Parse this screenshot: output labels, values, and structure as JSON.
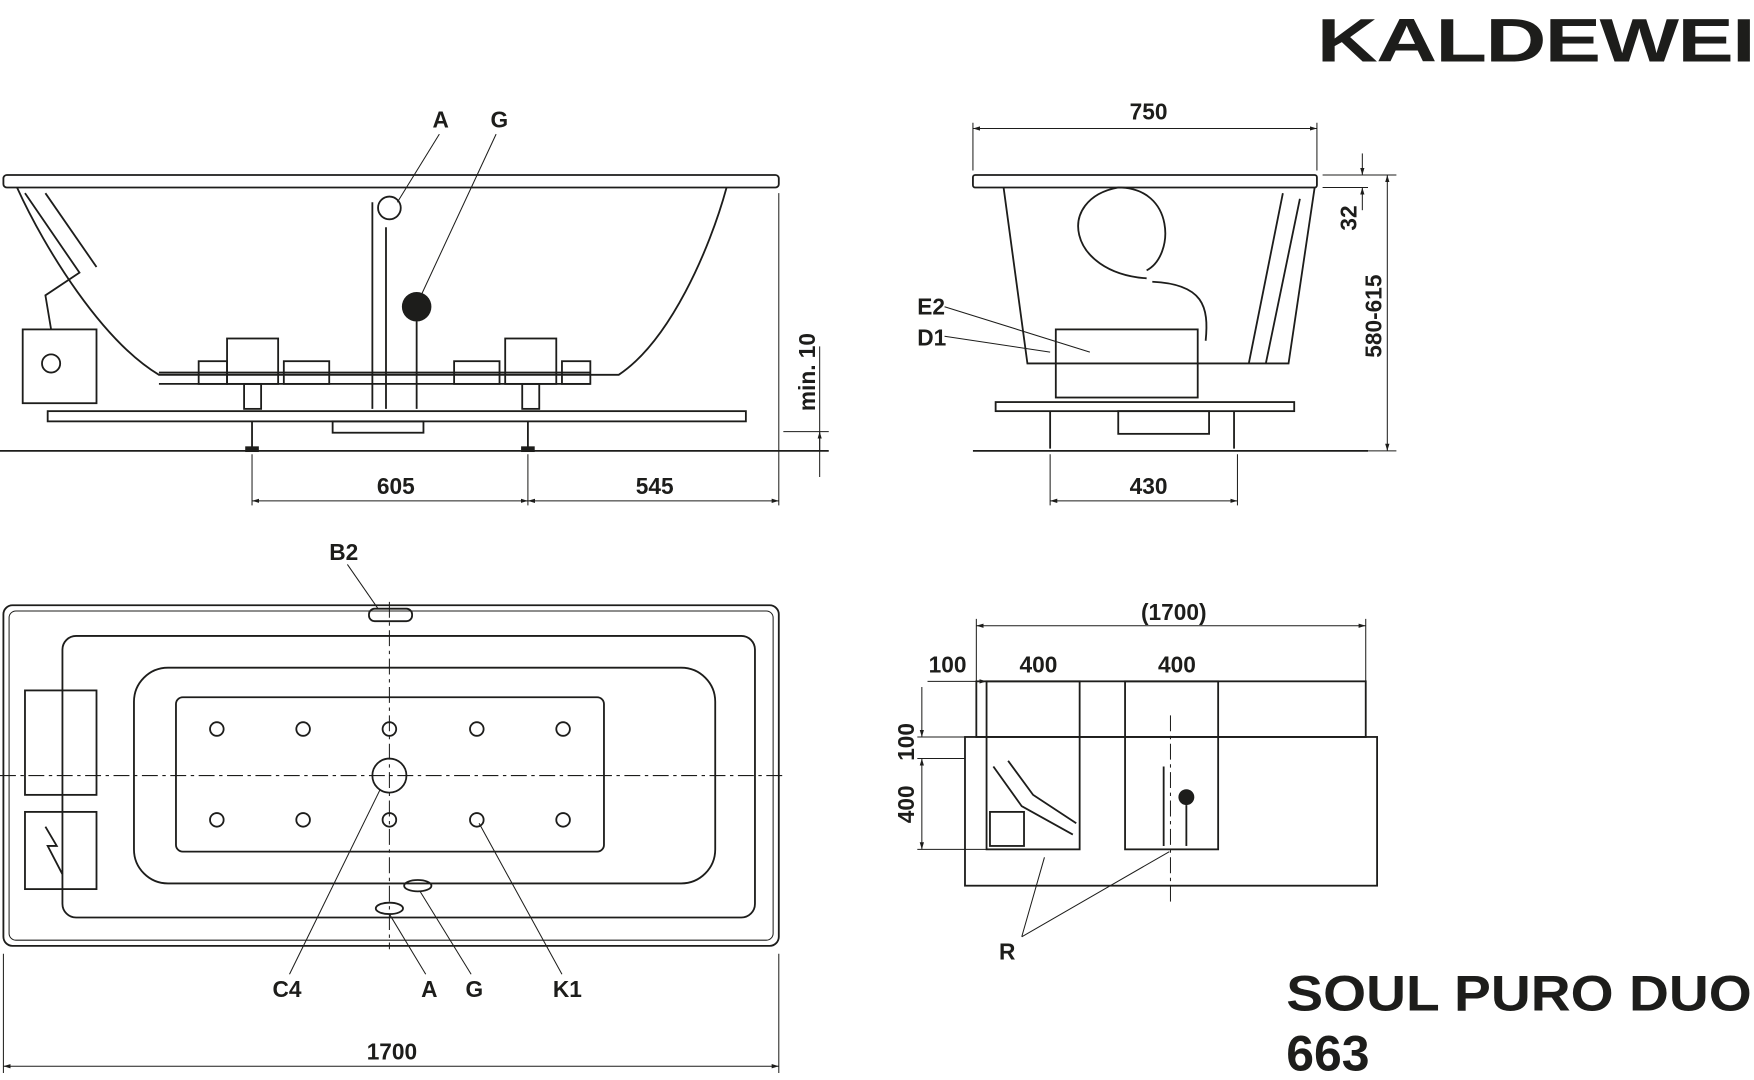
{
  "brand": "KALDEWEI",
  "product": {
    "name": "SOUL PURO DUO",
    "model": "663"
  },
  "side_view": {
    "labels": {
      "a": "A",
      "g": "G"
    },
    "dims": {
      "left": "605",
      "right": "545",
      "min": "min. 10"
    }
  },
  "end_view": {
    "labels": {
      "e2": "E2",
      "d1": "D1"
    },
    "dims": {
      "width": "750",
      "rim": "32",
      "height": "580-615",
      "feet": "430"
    }
  },
  "plan_view": {
    "labels": {
      "b2": "B2",
      "c4": "C4",
      "a": "A",
      "g": "G",
      "k1": "K1"
    },
    "dims": {
      "length": "1700"
    }
  },
  "section_view": {
    "labels": {
      "r": "R"
    },
    "dims": {
      "total": "(1700)",
      "offset": "100",
      "box1": "400",
      "box2": "400",
      "top": "100",
      "depth": "400"
    }
  },
  "colors": {
    "ink": "#1d1d1b",
    "background": "#ffffff"
  }
}
